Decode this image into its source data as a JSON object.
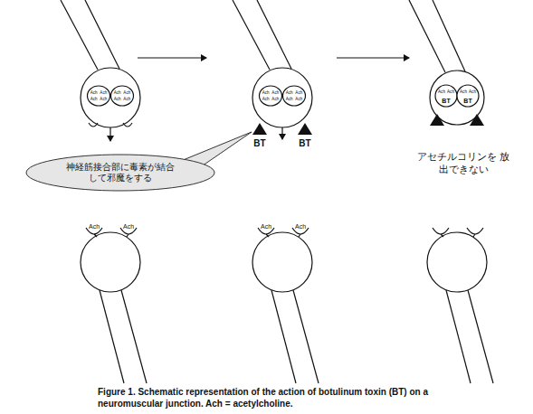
{
  "diagram": {
    "caption": "Figure 1. Schematic representation of the action of botulinum toxin (BT) on a neuromuscular junction. Ach = acetylcholine.",
    "nodes": [
      {
        "text": [
          "神経筋接合部に毒素が結合 して邪魔をする"
        ]
      }
    ],
    "labels": [
      "Ach",
      "Ach",
      "Ach",
      "Ach",
      "Ach",
      "Ach",
      "Ach",
      "Ach",
      "Ach",
      "Ach",
      "Ach",
      "Ach",
      "Ach",
      "Ach",
      "Ach",
      "Ach",
      "Ach",
      "Ach",
      "BT",
      "BT",
      "Ach",
      "Ach",
      "Ach",
      "Ach",
      "Ach",
      "Ach",
      "BT",
      "BT",
      "アセチルコリンを 放出できない"
    ]
  }
}
